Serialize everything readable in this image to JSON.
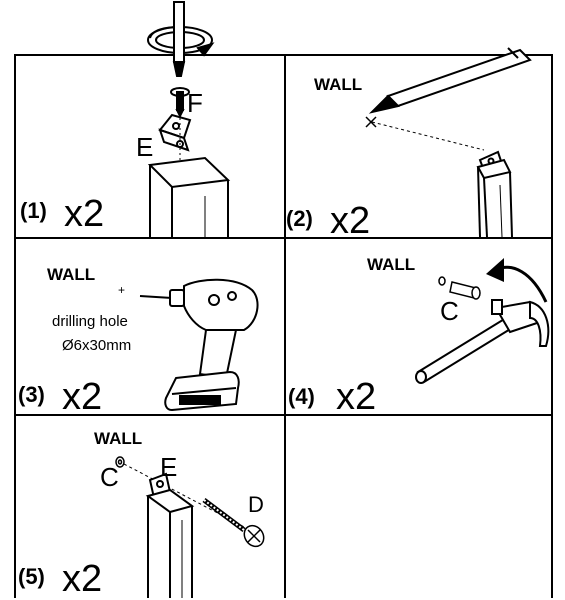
{
  "steps": [
    {
      "number": "(1)",
      "quantity": "x2",
      "parts": [
        "F",
        "E"
      ],
      "icons": [
        "screwdriver-icon",
        "rotate-arrow-icon",
        "screw-icon",
        "angle-bracket-icon",
        "cabinet-panel-icon"
      ]
    },
    {
      "number": "(2)",
      "quantity": "x2",
      "surface": "WALL",
      "icons": [
        "pencil-icon",
        "marking-line-icon",
        "cabinet-panel-icon"
      ]
    },
    {
      "number": "(3)",
      "quantity": "x2",
      "surface": "WALL",
      "plus": "+",
      "note_line1": "drilling hole",
      "note_line2": "Ø6x30mm",
      "icons": [
        "power-drill-icon"
      ]
    },
    {
      "number": "(4)",
      "quantity": "x2",
      "surface": "WALL",
      "parts": [
        "C"
      ],
      "icons": [
        "wall-plug-icon",
        "hammer-icon",
        "curved-arrow-icon"
      ]
    },
    {
      "number": "(5)",
      "quantity": "x2",
      "surface": "WALL",
      "parts": [
        "C",
        "E",
        "D"
      ],
      "icons": [
        "wall-plug-icon",
        "angle-bracket-icon",
        "screw-icon",
        "cabinet-panel-icon"
      ]
    }
  ],
  "colors": {
    "ink": "#000000",
    "paper": "#ffffff"
  }
}
